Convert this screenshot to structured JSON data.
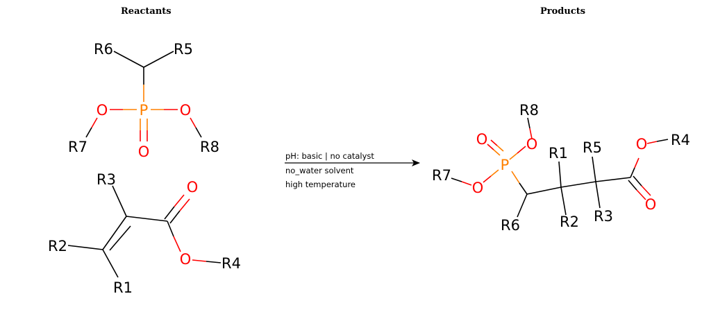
{
  "headings": {
    "reactants": "Reactants",
    "products": "Products"
  },
  "conditions": {
    "line1": "pH: basic | no catalyst",
    "line2": "no_water solvent",
    "line3": "high temperature"
  },
  "atoms": {
    "reactant1": {
      "r6": "R6",
      "r5": "R5",
      "p": "P",
      "o_left": "O",
      "o_right": "O",
      "o_double": "O",
      "r7": "R7",
      "r8": "R8"
    },
    "reactant2": {
      "r3": "R3",
      "r2": "R2",
      "r1": "R1",
      "o_carbonyl": "O",
      "o_ester": "O",
      "r4": "R4"
    },
    "product": {
      "r8": "R8",
      "o_top": "O",
      "o_double": "O",
      "p": "P",
      "o_left": "O",
      "r7": "R7",
      "r6": "R6",
      "r1": "R1",
      "r2": "R2",
      "r5": "R5",
      "r3": "R3",
      "o_ester": "O",
      "r4": "R4",
      "o_carbonyl": "O"
    }
  },
  "colors": {
    "bond": "#000000",
    "oxygen": "#ff0000",
    "phosphorus": "#ff8000"
  }
}
